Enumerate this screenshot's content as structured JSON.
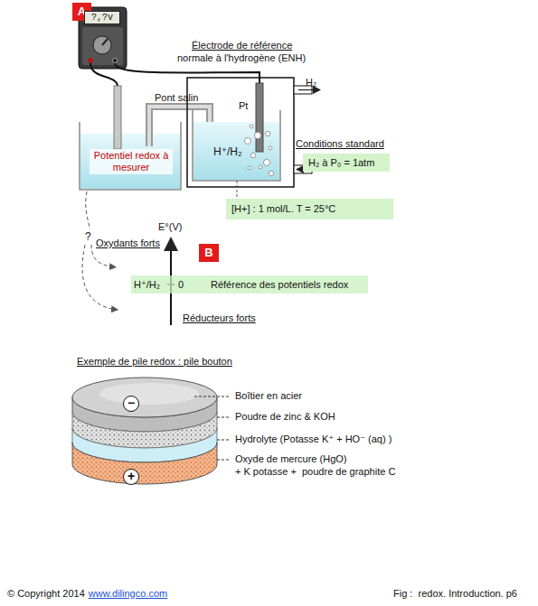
{
  "diagram": {
    "nodes": [
      {
        "text": [
          "A"
        ]
      },
      {
        "text": [
          "?,?v"
        ]
      },
      {
        "text": [
          "Potentiel redox à mesurer"
        ]
      },
      {
        "text": [
          "H₂ à P₀ = 1atm"
        ]
      },
      {
        "text": [
          "[H+] : 1 mol/L. T = 25°C"
        ]
      },
      {
        "text": [
          "B"
        ]
      },
      {
        "text": [
          "H⁺/H₂",
          "0",
          "Référence des potentiels redox"
        ]
      },
      {
        "text": [
          "−"
        ]
      },
      {
        "text": [
          "+"
        ]
      }
    ],
    "labels": [
      "Électrode de référence",
      "normale à l'hydrogène (ENH)",
      "Pont salin",
      "Pt",
      "H⁺/H₂",
      "H₂",
      "Conditions standard",
      "?",
      "E°(V)",
      "Oxydants forts",
      "Réducteurs forts",
      "Exemple de pile redox : pile bouton",
      "Boîtier en acier",
      "Poudre de zinc & KOH",
      "Hydrolyte (Potasse K⁺ + HO⁻ (aq) )",
      "Oxyde de mercure (HgO)",
      "+ K potasse +  poudre de graphite C",
      "© Copyright 2014",
      "www.dilingco.com",
      "Fig :  redox. Introduction. p6"
    ]
  }
}
